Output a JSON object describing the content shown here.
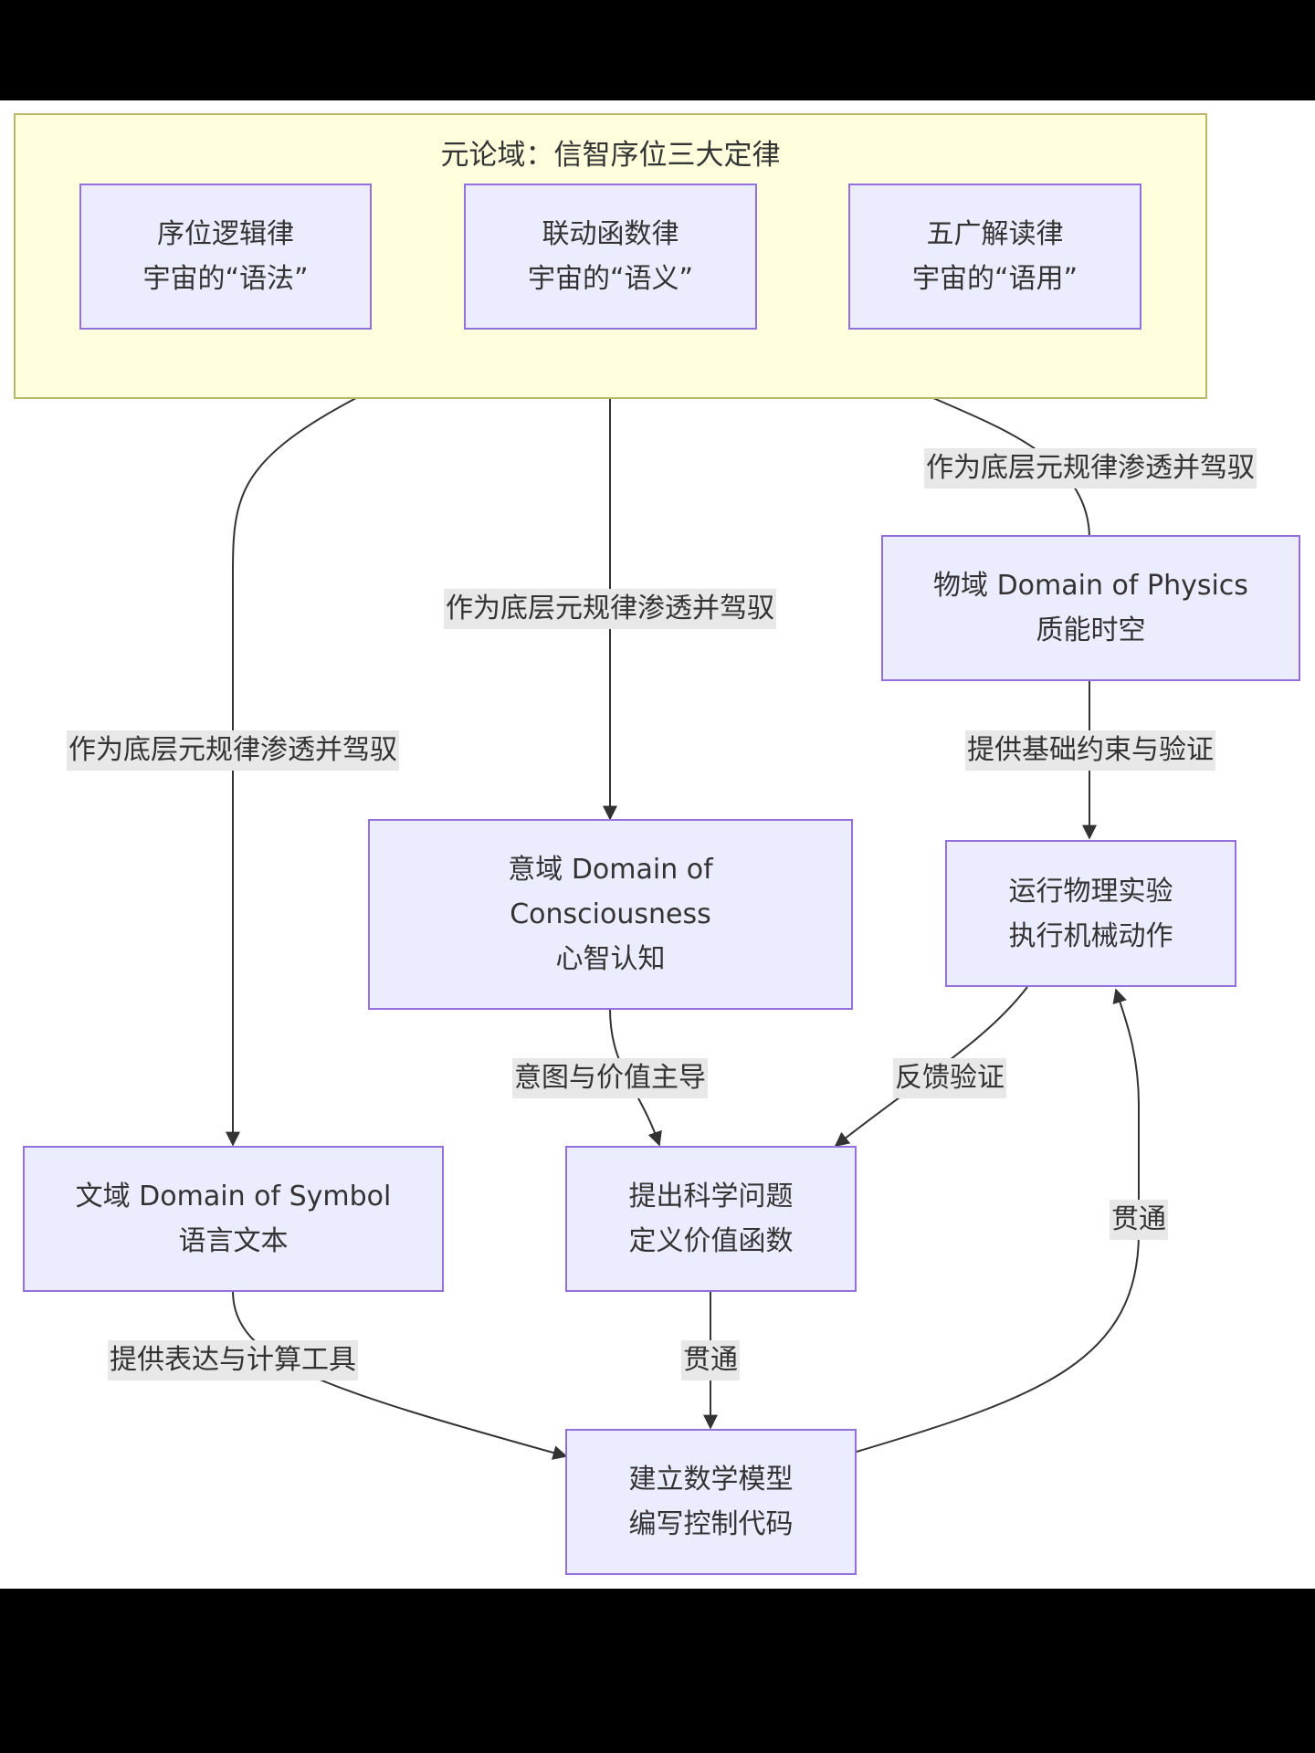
{
  "colors": {
    "node_fill": "#ececff",
    "node_border": "#9370db",
    "cluster_fill": "#ffffde",
    "cluster_border": "#b8b86a",
    "edge": "#333333",
    "label_bg": "#e8e8e8"
  },
  "cluster": {
    "title": "元论域：信智序位三大定律"
  },
  "nodes": {
    "law_order": {
      "lines": [
        "序位逻辑律",
        "宇宙的“语法”"
      ]
    },
    "law_linkage": {
      "lines": [
        "联动函数律",
        "宇宙的“语义”"
      ]
    },
    "law_reading": {
      "lines": [
        "五广解读律",
        "宇宙的“语用”"
      ]
    },
    "physics": {
      "lines": [
        "物域 Domain of Physics",
        "质能时空"
      ]
    },
    "consciousness": {
      "lines": [
        "意域 Domain of",
        "Consciousness",
        "心智认知"
      ]
    },
    "experiment": {
      "lines": [
        "运行物理实验",
        "执行机械动作"
      ]
    },
    "symbol": {
      "lines": [
        "文域 Domain of Symbol",
        "语言文本"
      ]
    },
    "question": {
      "lines": [
        "提出科学问题",
        "定义价值函数"
      ]
    },
    "model": {
      "lines": [
        "建立数学模型",
        "编写控制代码"
      ]
    }
  },
  "edges": [
    {
      "from": "cluster",
      "to": "symbol",
      "label": "作为底层元规律渗透并驾驭"
    },
    {
      "from": "cluster",
      "to": "consciousness",
      "label": "作为底层元规律渗透并驾驭"
    },
    {
      "from": "cluster",
      "to": "physics",
      "label": "作为底层元规律渗透并驾驭"
    },
    {
      "from": "physics",
      "to": "experiment",
      "label": "提供基础约束与验证"
    },
    {
      "from": "consciousness",
      "to": "question",
      "label": "意图与价值主导"
    },
    {
      "from": "experiment",
      "to": "question",
      "label": "反馈验证"
    },
    {
      "from": "symbol",
      "to": "model",
      "label": "提供表达与计算工具"
    },
    {
      "from": "question",
      "to": "model",
      "label": "贯通"
    },
    {
      "from": "model",
      "to": "experiment",
      "label": "贯通"
    }
  ]
}
